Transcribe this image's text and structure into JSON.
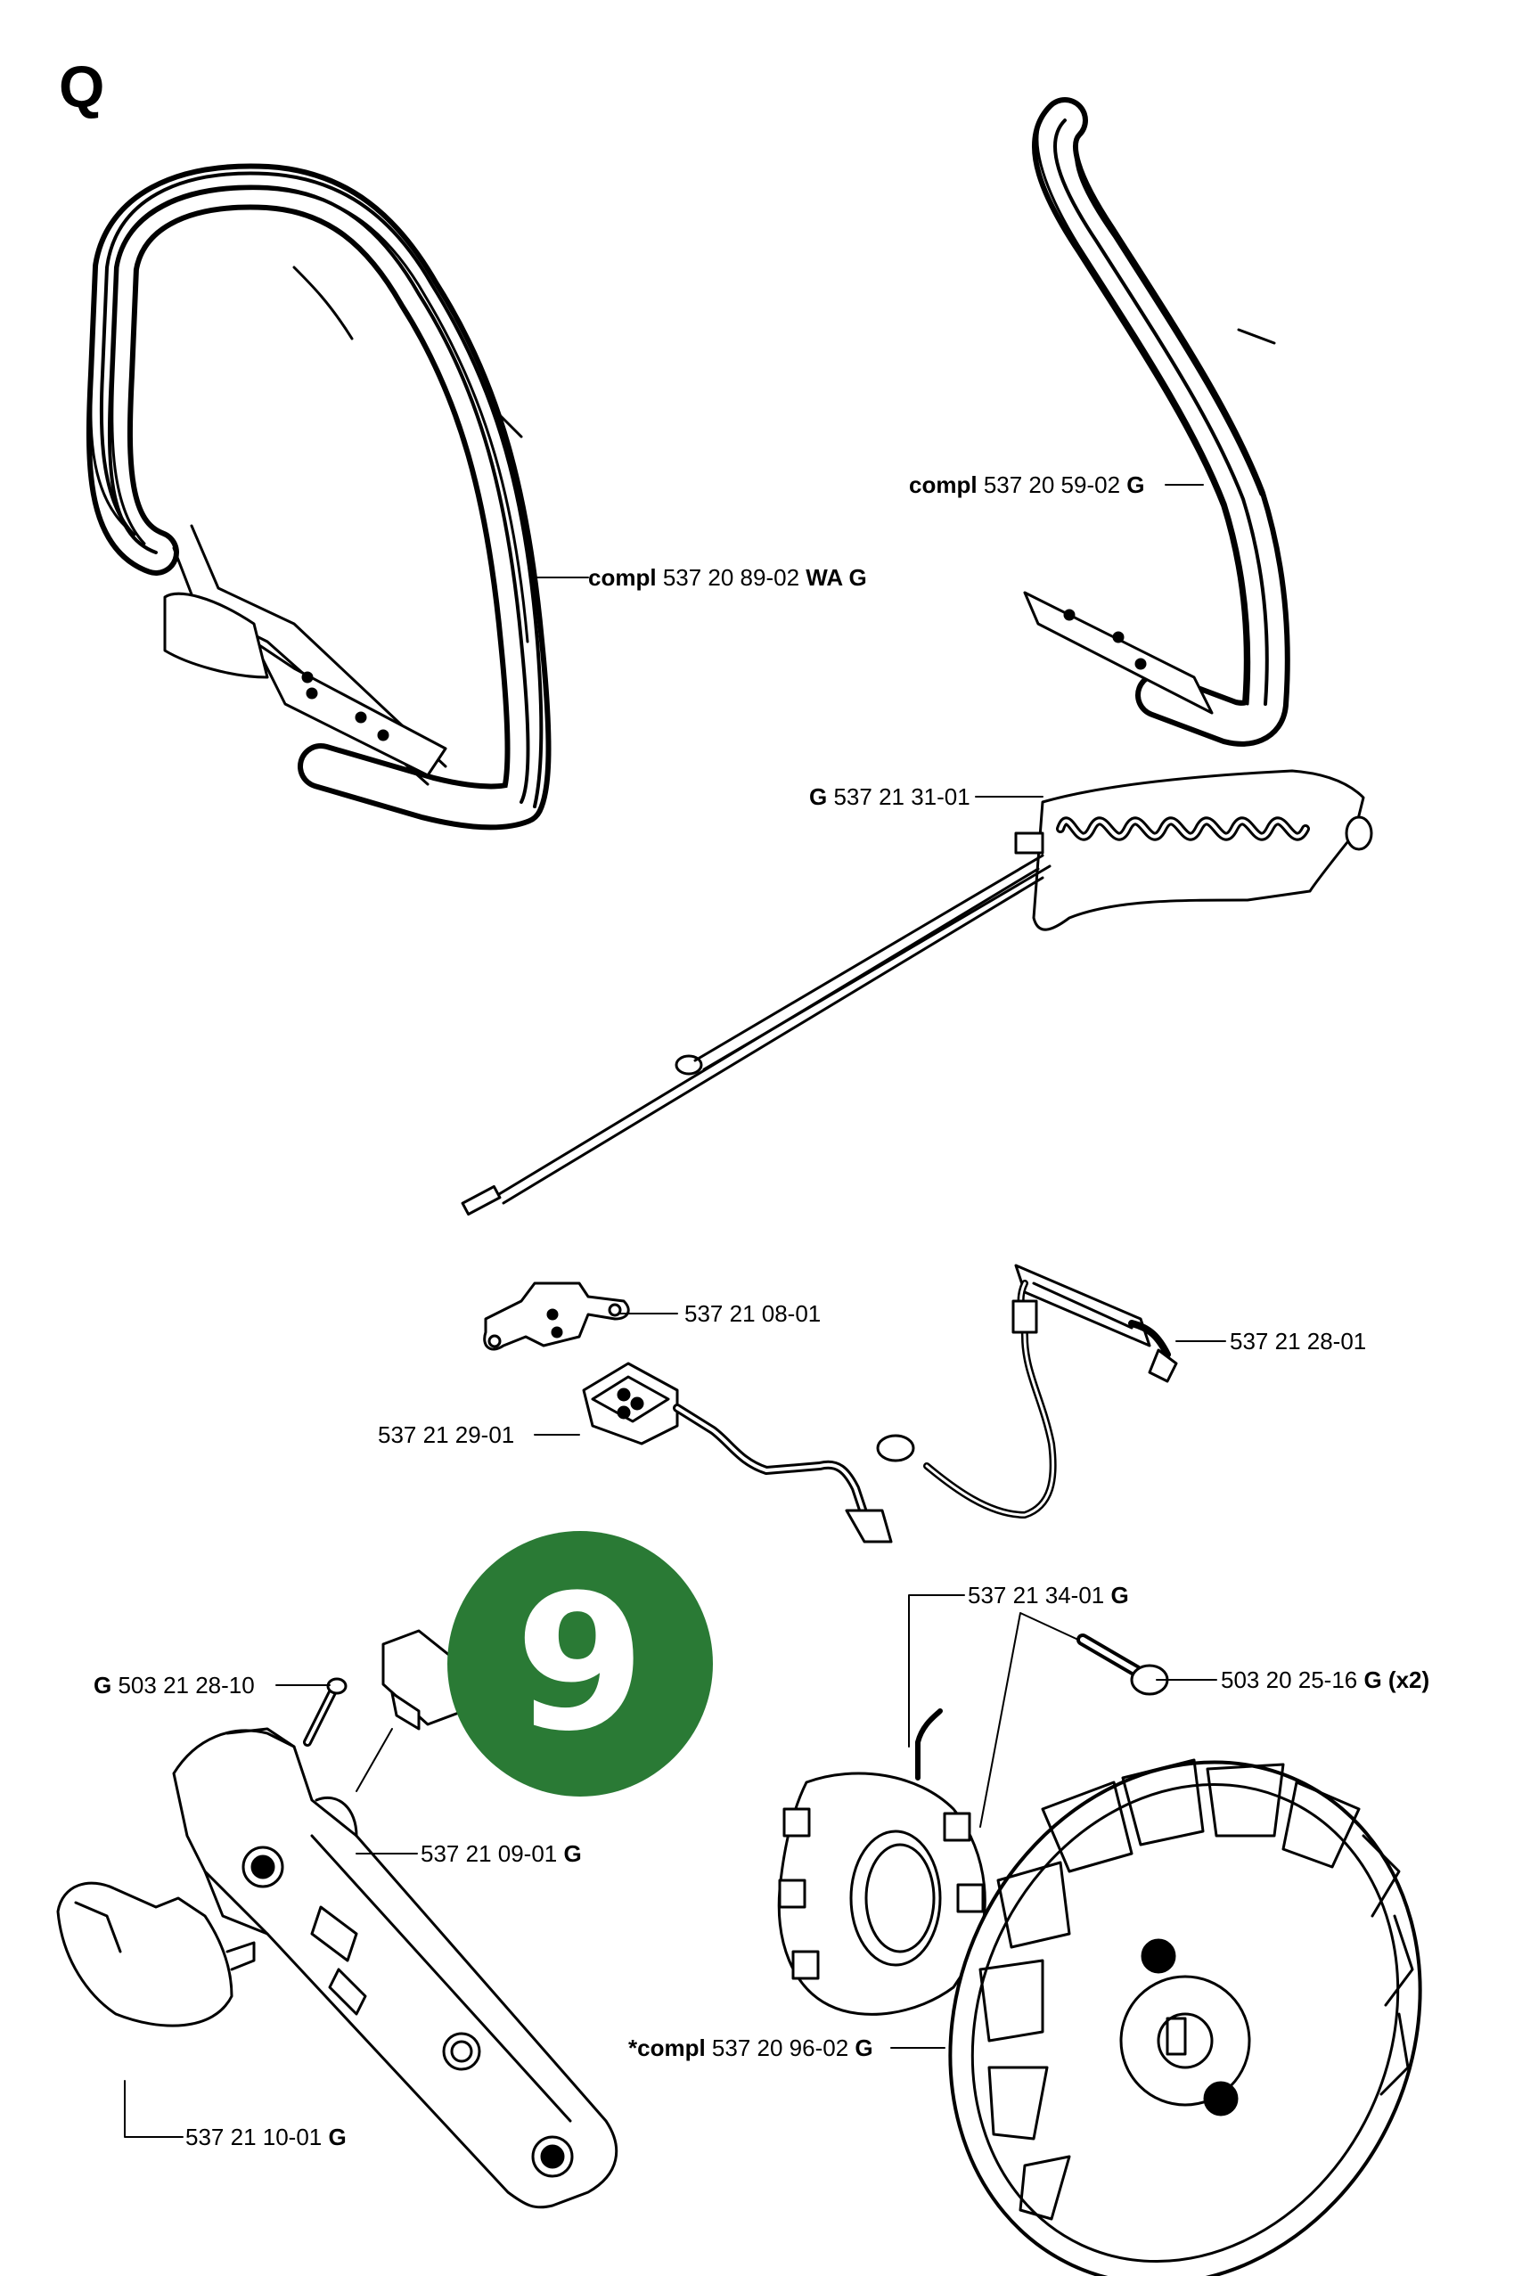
{
  "section": {
    "letter": "Q"
  },
  "badge": {
    "number": "9",
    "color": "#2a7a35"
  },
  "parts": {
    "front_handle_large": {
      "prefix": "compl",
      "number": "537 20 89-02",
      "suffix": "WA G"
    },
    "front_handle_small": {
      "prefix": "compl",
      "number": "537 20 59-02",
      "suffix": "G"
    },
    "heated_grip": {
      "prefix": "G",
      "number": "537 21 31-01"
    },
    "bracket": {
      "number": "537 21 08-01"
    },
    "switch": {
      "number": "537 21 29-01"
    },
    "heating_wire": {
      "number": "537 21 28-01"
    },
    "screw_small": {
      "prefix": "G",
      "number": "503 21 28-10"
    },
    "handle_housing": {
      "number": "537 21 09-01",
      "suffix": "G"
    },
    "cover": {
      "number": "537 21 10-01",
      "suffix": "G"
    },
    "generator": {
      "number": "537 21 34-01",
      "suffix": "G"
    },
    "screw_large": {
      "number": "503 20 25-16",
      "suffix": "G (x2)"
    },
    "flywheel": {
      "prefix": "*compl",
      "number": "537 20 96-02",
      "suffix": "G"
    }
  }
}
